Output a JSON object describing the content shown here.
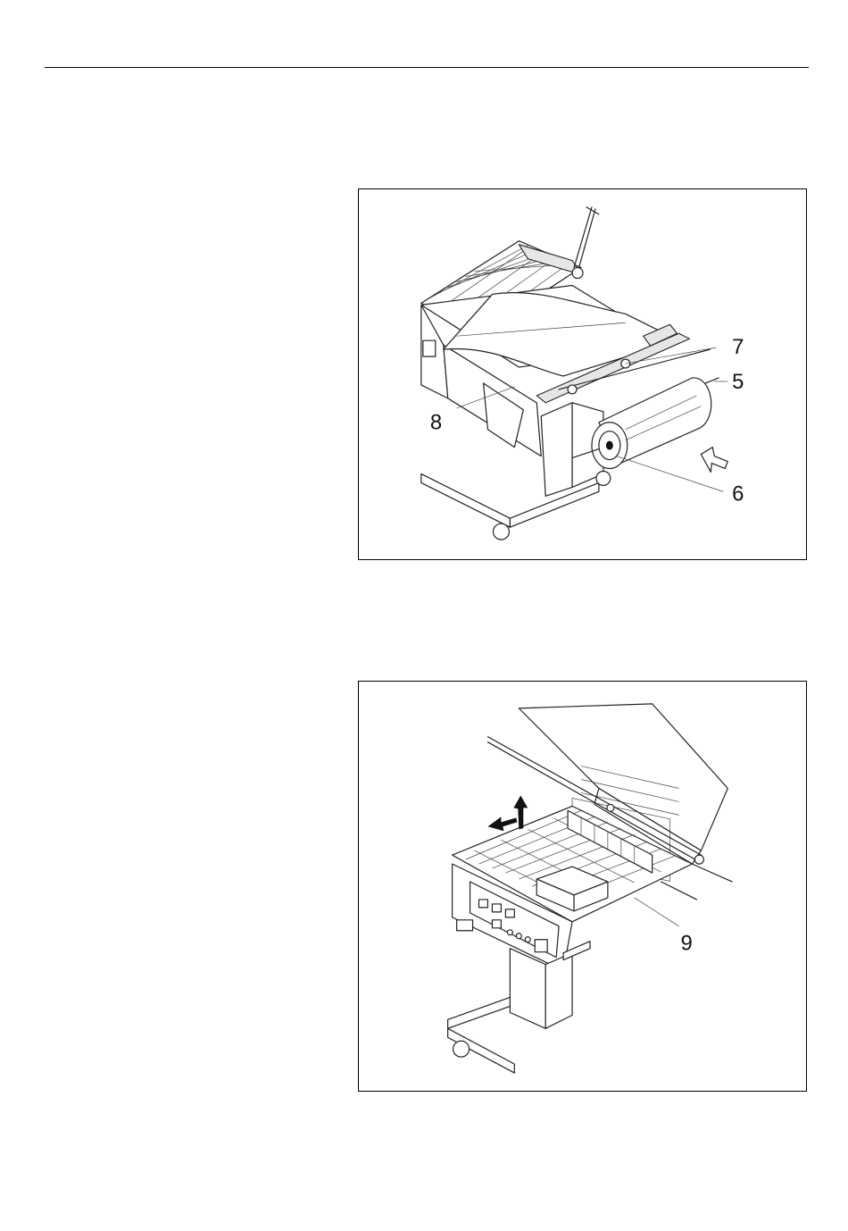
{
  "figures": [
    {
      "id": "film-roll-loading",
      "callouts": [
        {
          "label": "7"
        },
        {
          "label": "5"
        },
        {
          "label": "8"
        },
        {
          "label": "6"
        }
      ]
    },
    {
      "id": "sealing-chamber",
      "callouts": [
        {
          "label": "9"
        }
      ]
    }
  ]
}
